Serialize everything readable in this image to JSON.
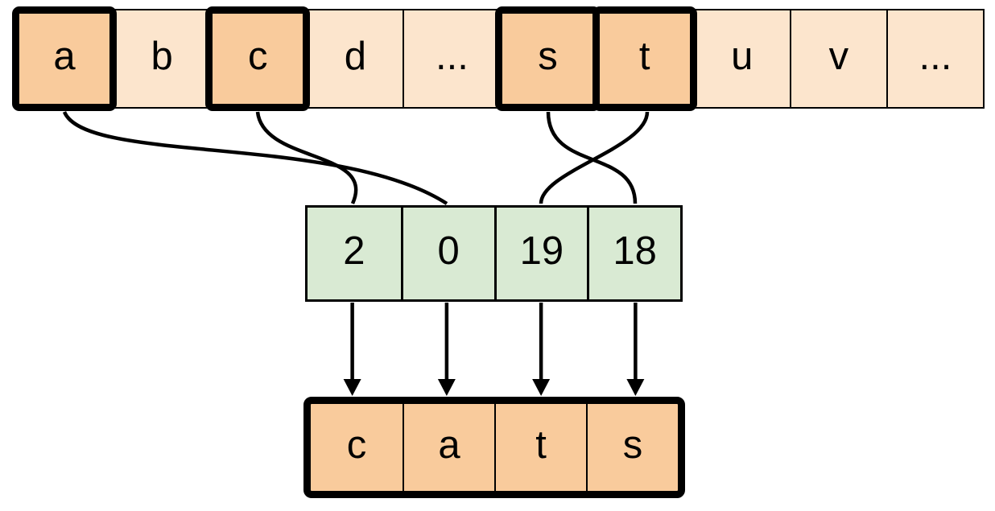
{
  "colors": {
    "cell_light": "#fce5cd",
    "cell_highlight": "#f9cb9c",
    "index_cell": "#d9ead3",
    "stroke": "#000000"
  },
  "alphabet_row": {
    "cells": [
      {
        "label": "a",
        "highlighted": true
      },
      {
        "label": "b",
        "highlighted": false
      },
      {
        "label": "c",
        "highlighted": true
      },
      {
        "label": "d",
        "highlighted": false
      },
      {
        "label": "...",
        "highlighted": false
      },
      {
        "label": "s",
        "highlighted": true
      },
      {
        "label": "t",
        "highlighted": true
      },
      {
        "label": "u",
        "highlighted": false
      },
      {
        "label": "v",
        "highlighted": false
      },
      {
        "label": "...",
        "highlighted": false
      }
    ]
  },
  "index_row": {
    "cells": [
      {
        "label": "2"
      },
      {
        "label": "0"
      },
      {
        "label": "19"
      },
      {
        "label": "18"
      }
    ]
  },
  "output_row": {
    "cells": [
      {
        "label": "c"
      },
      {
        "label": "a"
      },
      {
        "label": "t"
      },
      {
        "label": "s"
      }
    ]
  },
  "connections": [
    {
      "from_letter": "a",
      "to_index_cell": 1
    },
    {
      "from_letter": "c",
      "to_index_cell": 0
    },
    {
      "from_letter": "s",
      "to_index_cell": 3
    },
    {
      "from_letter": "t",
      "to_index_cell": 2
    }
  ],
  "arrows": [
    {
      "from_index_cell": 0,
      "to_output_cell": 0
    },
    {
      "from_index_cell": 1,
      "to_output_cell": 1
    },
    {
      "from_index_cell": 2,
      "to_output_cell": 2
    },
    {
      "from_index_cell": 3,
      "to_output_cell": 3
    }
  ]
}
